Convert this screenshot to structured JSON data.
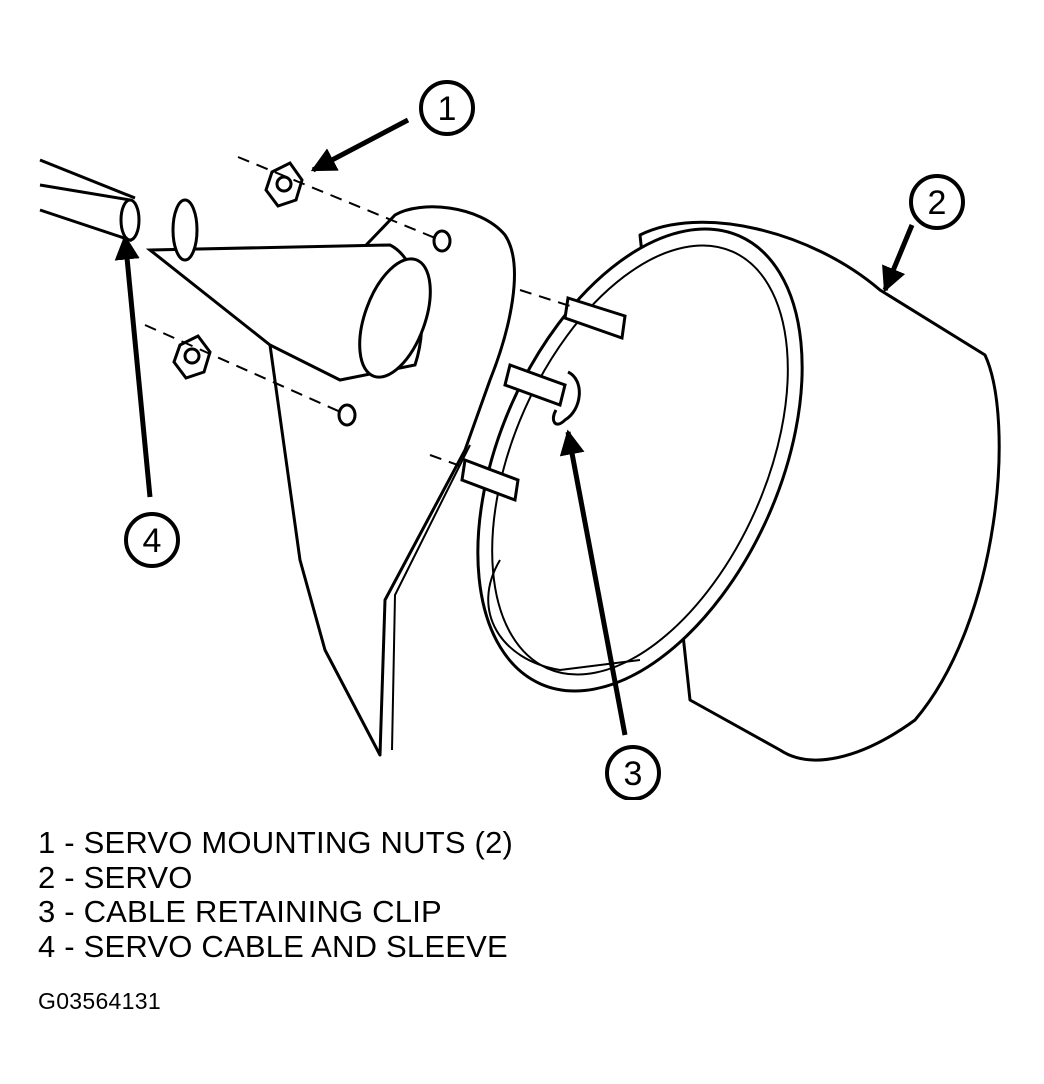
{
  "callouts": [
    {
      "number": "1"
    },
    {
      "number": "2"
    },
    {
      "number": "3"
    },
    {
      "number": "4"
    }
  ],
  "legend": [
    "1 - SERVO MOUNTING NUTS (2)",
    "2 - SERVO",
    "3 - CABLE RETAINING CLIP",
    "4 - SERVO CABLE AND SLEEVE"
  ],
  "figure_id": "G03564131"
}
